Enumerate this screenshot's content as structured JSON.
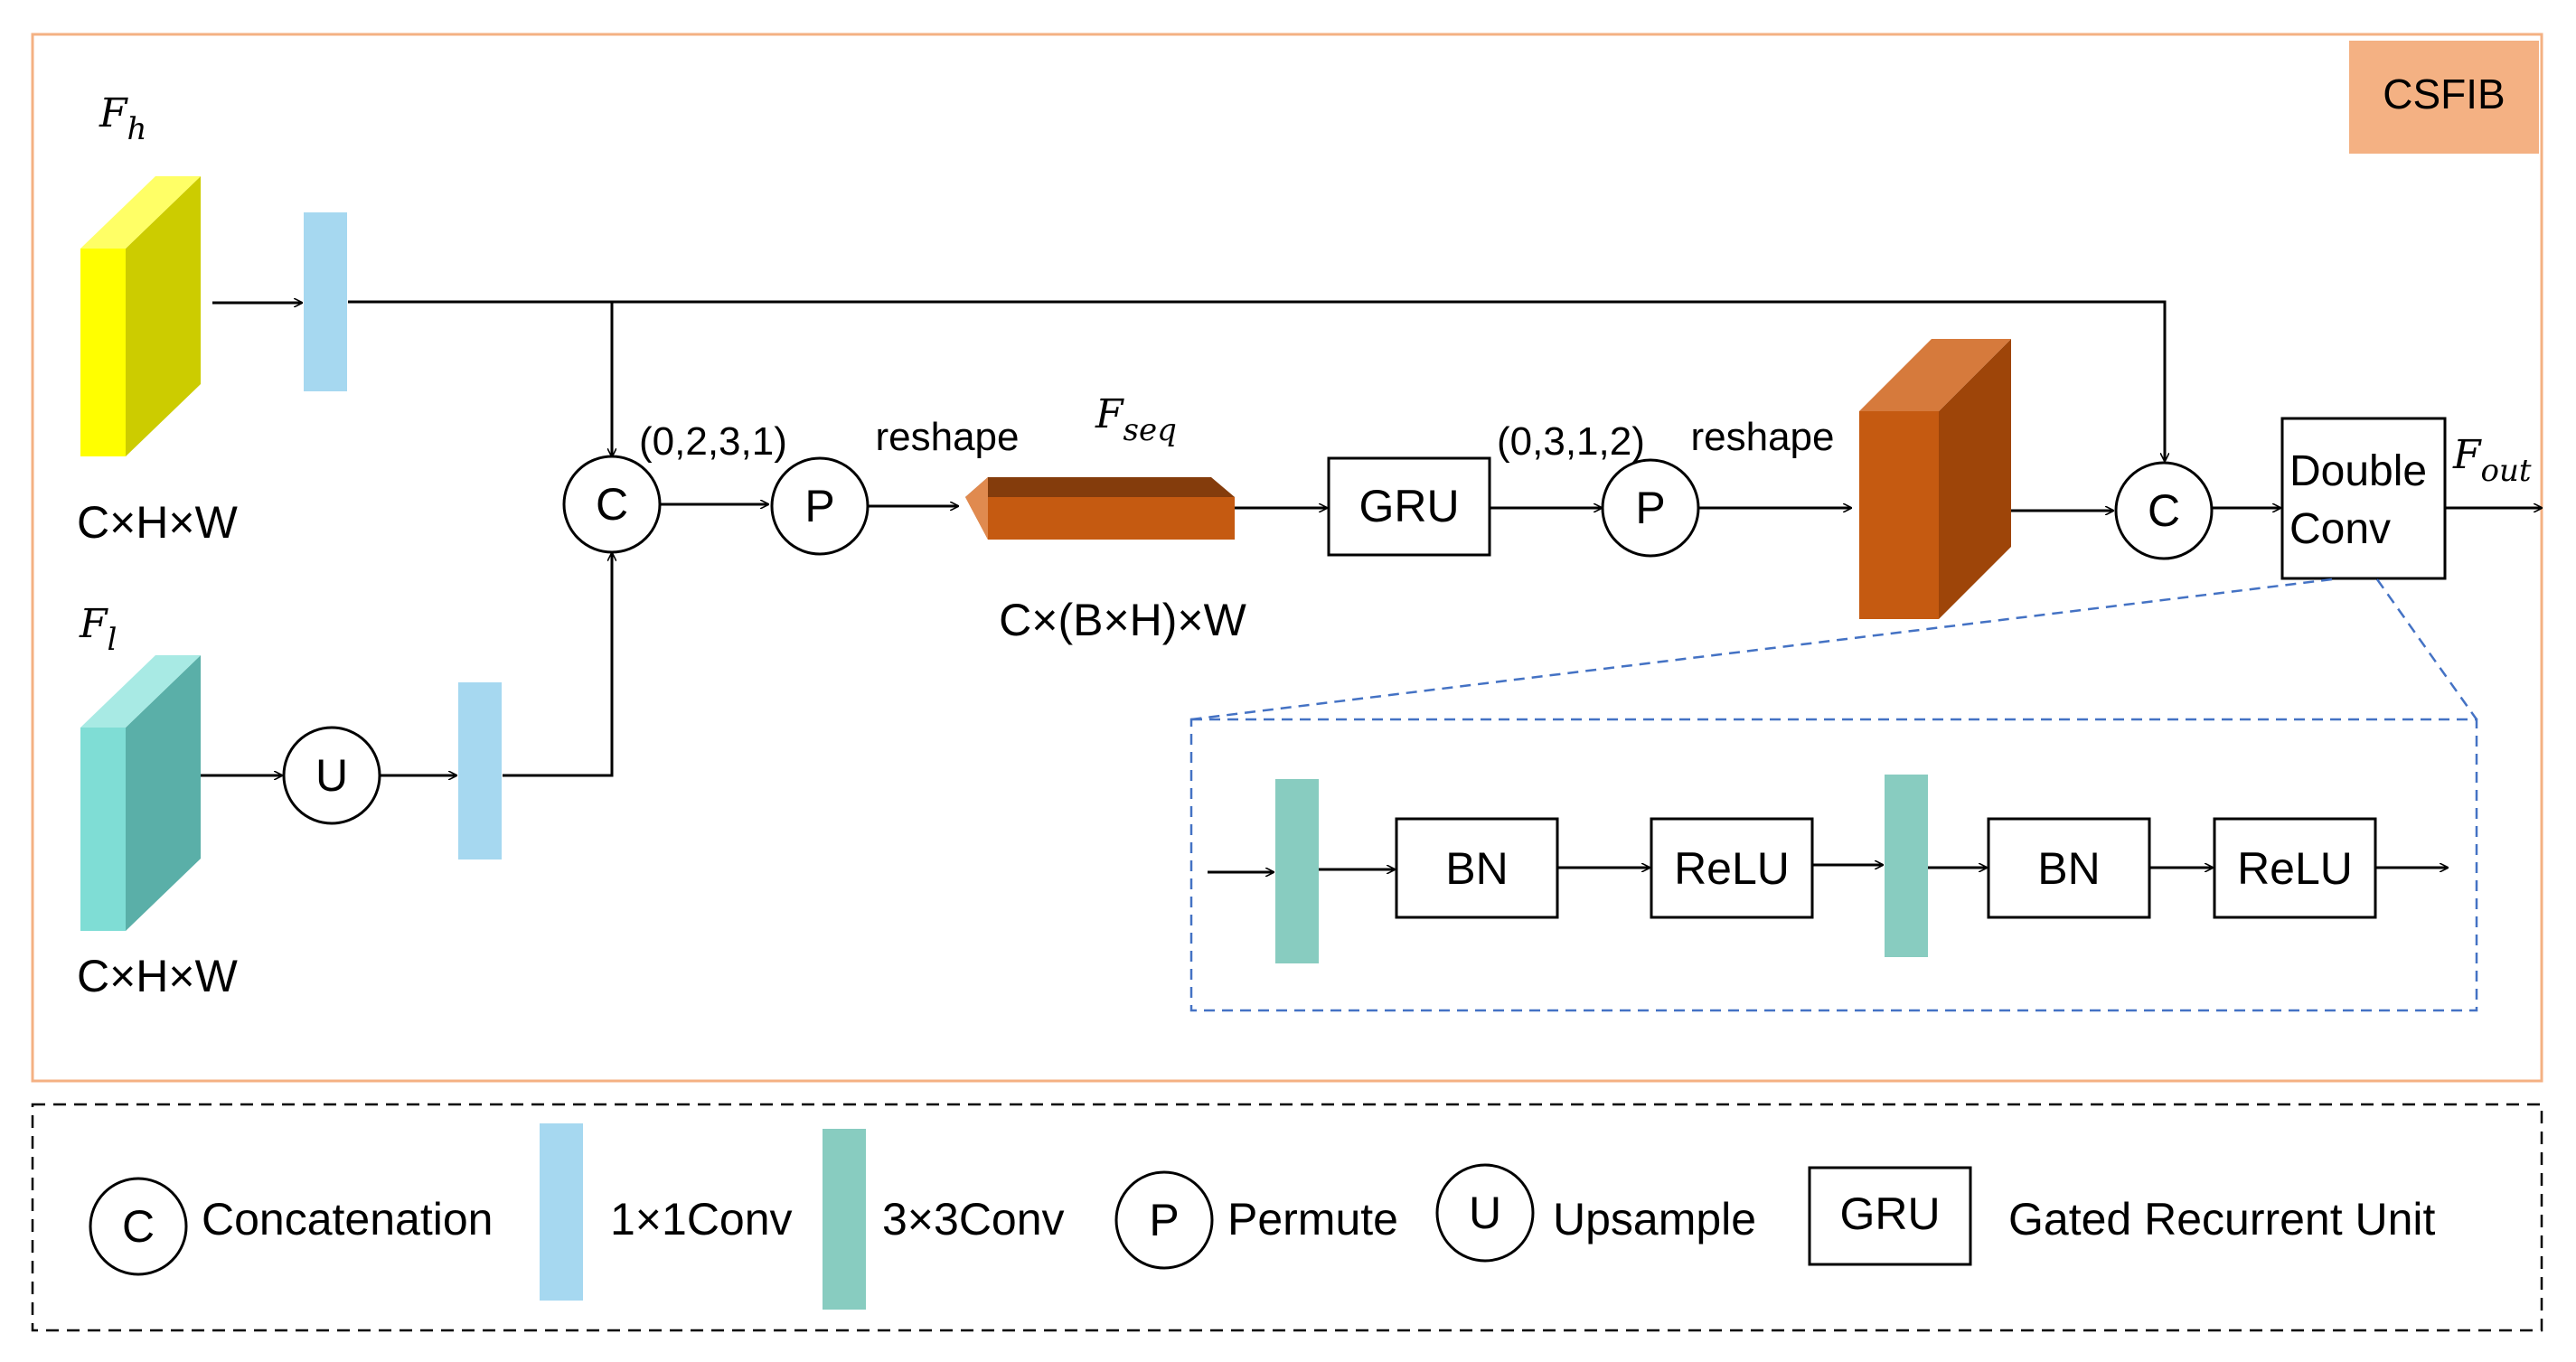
{
  "module_badge": "CSFIB",
  "inputs": {
    "fh_symbol": "F",
    "fh_subscript": "h",
    "fh_dims": "C×H×W",
    "fl_symbol": "F",
    "fl_subscript": "l",
    "fl_dims": "C×H×W"
  },
  "ops": {
    "concat": "C",
    "permute": "P",
    "upsample": "U",
    "gru": "GRU",
    "double_conv_line1": "Double",
    "double_conv_line2": "Conv"
  },
  "labels": {
    "permute_order_1": "(0,2,3,1)",
    "reshape_1": "reshape",
    "seq_symbol": "F",
    "seq_subscript": "seq",
    "seq_dims": "C×(B×H)×W",
    "permute_order_2": "(0,3,1,2)",
    "reshape_2": "reshape",
    "out_symbol": "F",
    "out_subscript": "out"
  },
  "double_conv_detail": {
    "bn_1": "BN",
    "relu_1": "ReLU",
    "bn_2": "BN",
    "relu_2": "ReLU"
  },
  "legend": {
    "concat_symbol": "C",
    "concat_text": "Concatenation",
    "conv1_text": "1×1Conv",
    "conv3_text": "3×3Conv",
    "permute_symbol": "P",
    "permute_text": "Permute",
    "upsample_symbol": "U",
    "upsample_text": "Upsample",
    "gru_symbol": "GRU",
    "gru_text": "Gated Recurrent Unit"
  },
  "colors": {
    "frame": "#F4B183",
    "badge_fill": "#F4B183",
    "fh_front": "#FFFF00",
    "fh_side": "#CCCC00",
    "fl_front": "#7FDDD5",
    "fl_side": "#5AAFA8",
    "conv1x1": "#A6D8F0",
    "conv3x3": "#88CCC0",
    "seq_front": "#C55A11",
    "seq_dark": "#843C0C",
    "seq_light": "#E08A4F",
    "cube_front": "#C55A11",
    "cube_side": "#9E4509",
    "cube_top": "#D67A3C",
    "dash_blue": "#4472C4"
  }
}
